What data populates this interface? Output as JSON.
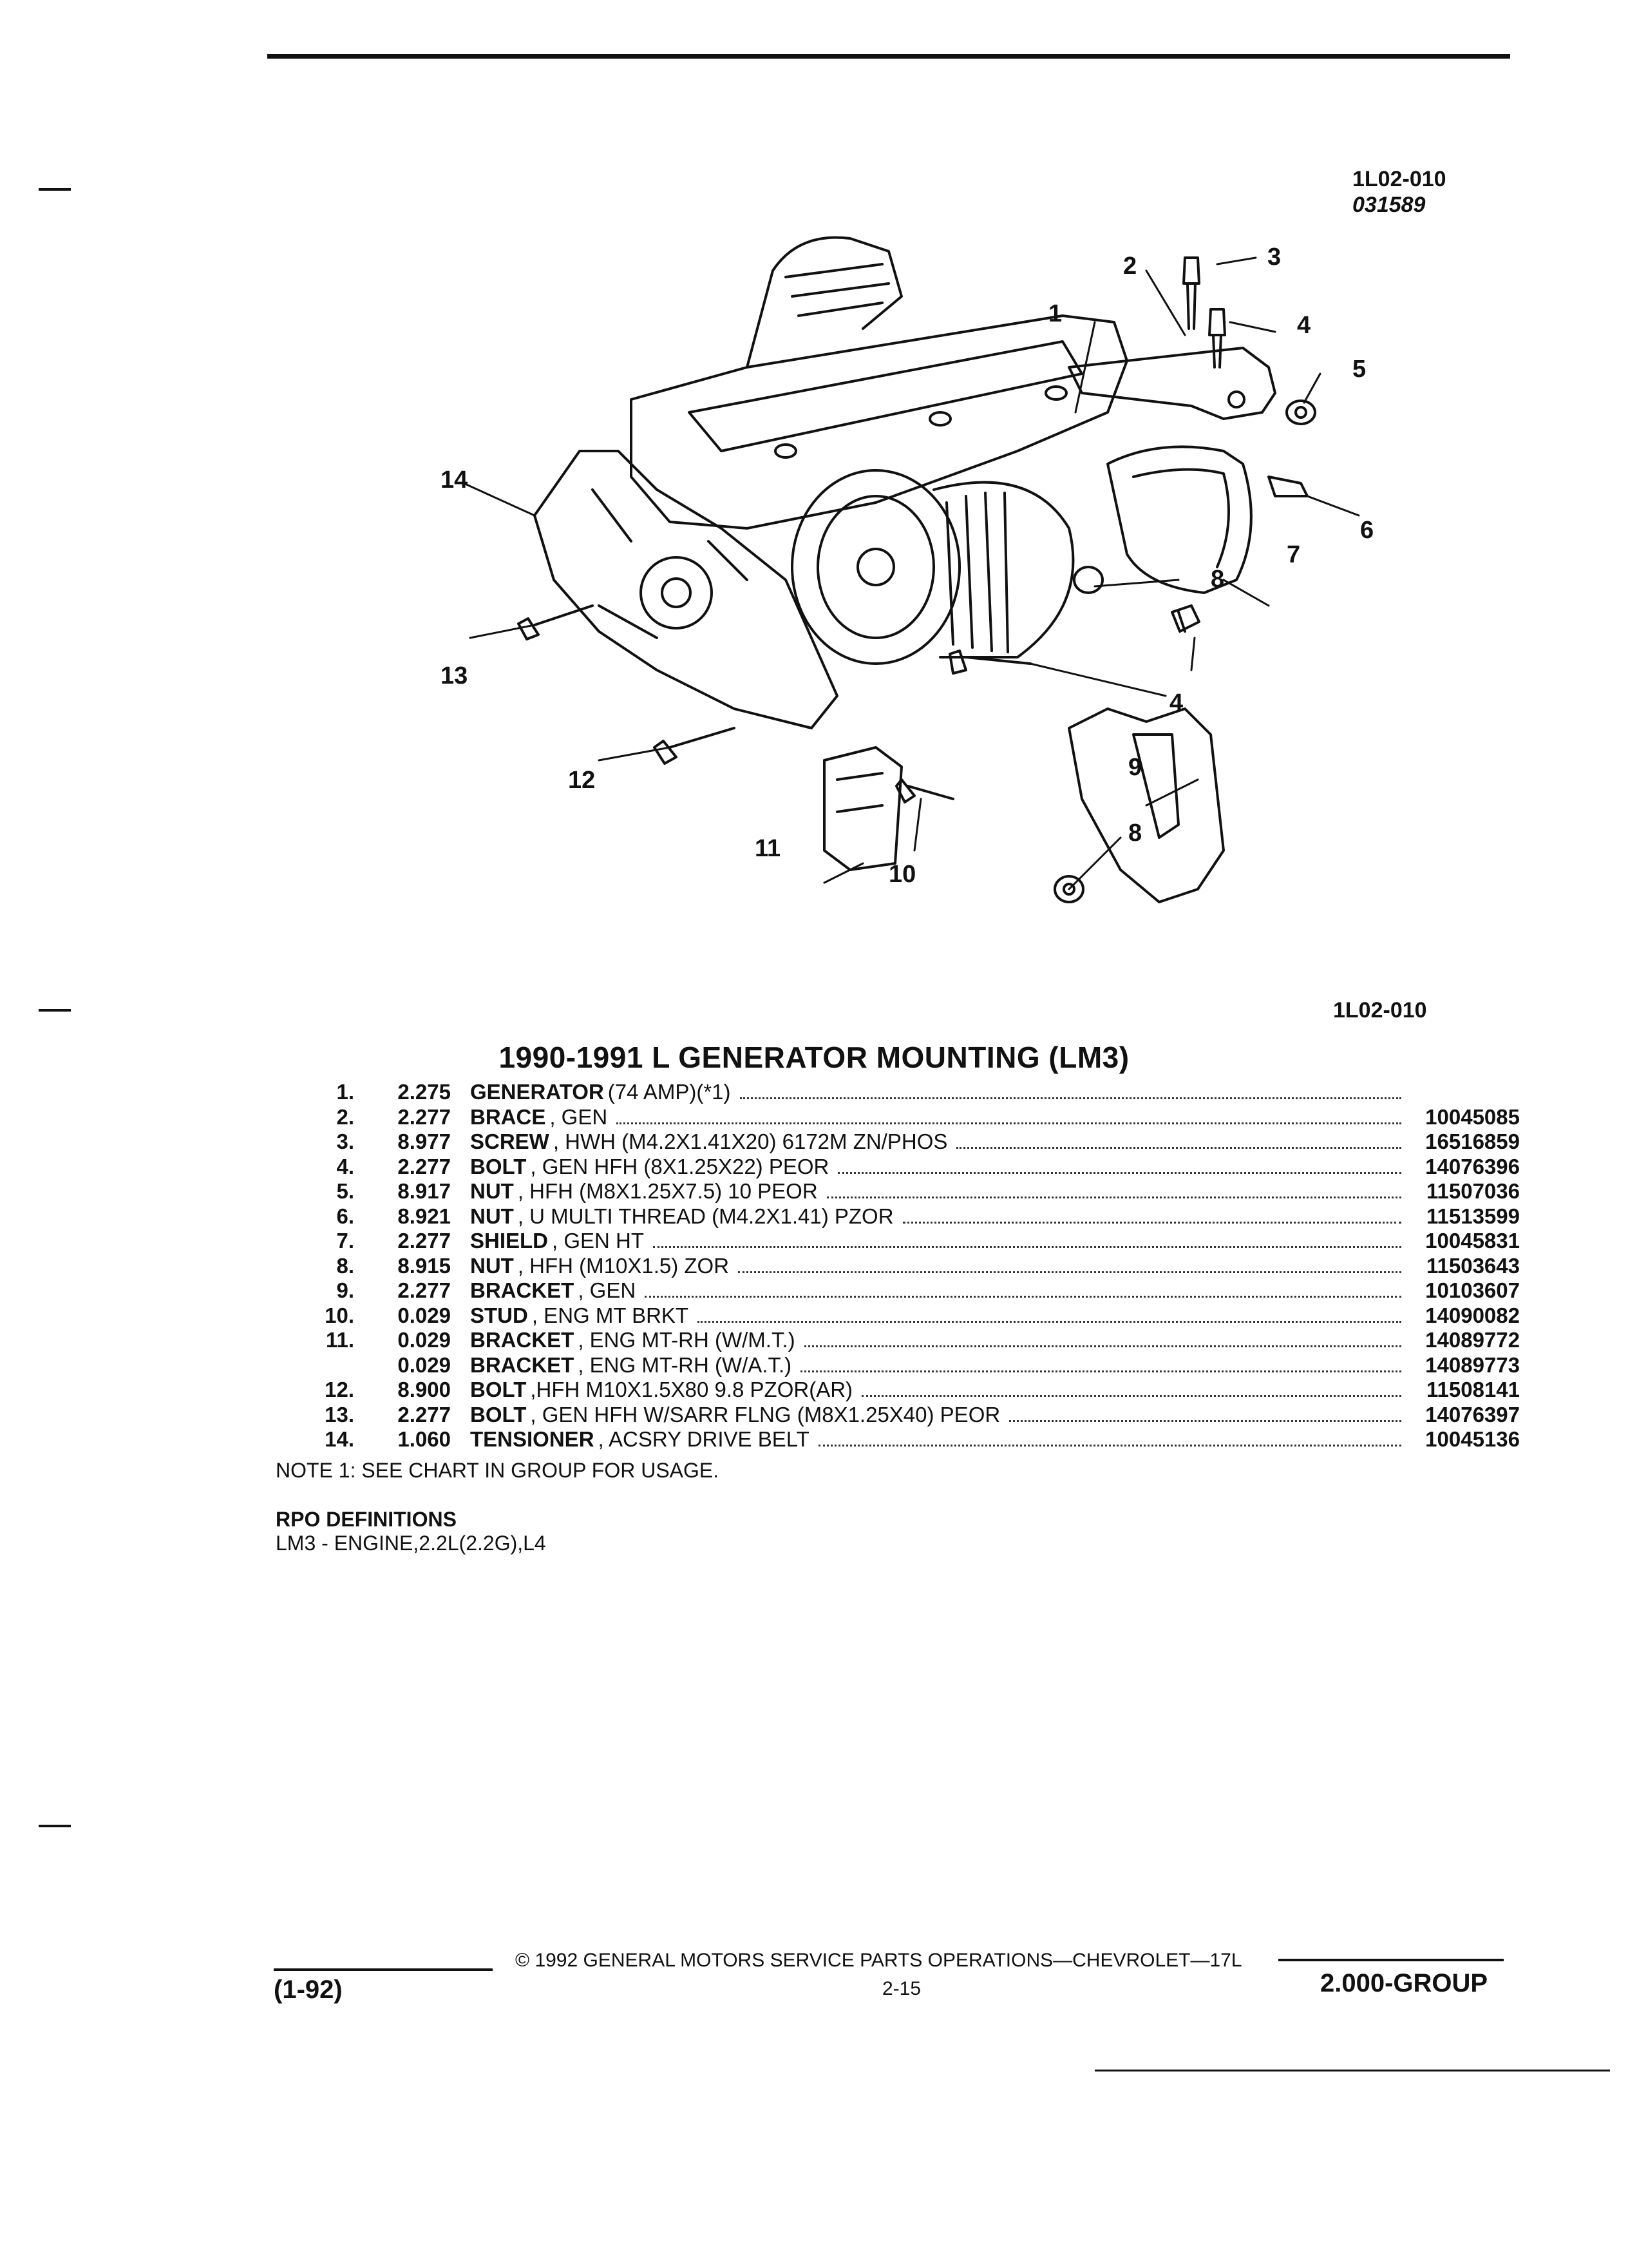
{
  "header": {
    "code1": "1L02-010",
    "code2": "031589"
  },
  "figure": {
    "code": "1L02-010",
    "callouts": [
      "1",
      "2",
      "3",
      "4",
      "5",
      "6",
      "7",
      "8",
      "4",
      "9",
      "8",
      "10",
      "11",
      "12",
      "13",
      "14"
    ]
  },
  "title": "1990-1991 L GENERATOR MOUNTING (LM3)",
  "parts": [
    {
      "num": "1.",
      "code": "2.275",
      "name": "GENERATOR",
      "spec": "(74 AMP)(*1)",
      "pn": ""
    },
    {
      "num": "2.",
      "code": "2.277",
      "name": "BRACE",
      "spec": ", GEN",
      "pn": "10045085"
    },
    {
      "num": "3.",
      "code": "8.977",
      "name": "SCREW",
      "spec": ", HWH (M4.2X1.41X20) 6172M ZN/PHOS",
      "pn": "16516859"
    },
    {
      "num": "4.",
      "code": "2.277",
      "name": "BOLT",
      "spec": ", GEN HFH (8X1.25X22) PEOR",
      "pn": "14076396"
    },
    {
      "num": "5.",
      "code": "8.917",
      "name": "NUT",
      "spec": ", HFH (M8X1.25X7.5) 10 PEOR",
      "pn": "11507036"
    },
    {
      "num": "6.",
      "code": "8.921",
      "name": "NUT",
      "spec": ", U MULTI THREAD (M4.2X1.41) PZOR",
      "pn": "11513599"
    },
    {
      "num": "7.",
      "code": "2.277",
      "name": "SHIELD",
      "spec": ", GEN HT",
      "pn": "10045831"
    },
    {
      "num": "8.",
      "code": "8.915",
      "name": "NUT",
      "spec": ", HFH (M10X1.5) ZOR",
      "pn": "11503643"
    },
    {
      "num": "9.",
      "code": "2.277",
      "name": "BRACKET",
      "spec": ", GEN",
      "pn": "10103607"
    },
    {
      "num": "10.",
      "code": "0.029",
      "name": "STUD",
      "spec": ", ENG MT BRKT",
      "pn": "14090082"
    },
    {
      "num": "11.",
      "code": "0.029",
      "name": "BRACKET",
      "spec": ", ENG MT-RH (W/M.T.)",
      "pn": "14089772"
    },
    {
      "num": "",
      "code": "0.029",
      "name": "BRACKET",
      "spec": ", ENG MT-RH (W/A.T.)",
      "pn": "14089773"
    },
    {
      "num": "12.",
      "code": "8.900",
      "name": "BOLT",
      "spec": ",HFH M10X1.5X80 9.8 PZOR(AR)",
      "pn": "11508141"
    },
    {
      "num": "13.",
      "code": "2.277",
      "name": "BOLT",
      "spec": ", GEN HFH W/SARR FLNG (M8X1.25X40) PEOR",
      "pn": "14076397"
    },
    {
      "num": "14.",
      "code": "1.060",
      "name": "TENSIONER",
      "spec": ", ACSRY DRIVE BELT",
      "pn": "10045136"
    }
  ],
  "note": "NOTE 1: SEE CHART IN GROUP FOR USAGE.",
  "rpo": {
    "heading": "RPO DEFINITIONS",
    "text": "LM3 - ENGINE,2.2L(2.2G),L4"
  },
  "footer": {
    "copyright": "© 1992 GENERAL MOTORS SERVICE PARTS OPERATIONS—CHEVROLET—17L",
    "date": "(1-92)",
    "page": "2-15",
    "group": "2.000-GROUP"
  }
}
